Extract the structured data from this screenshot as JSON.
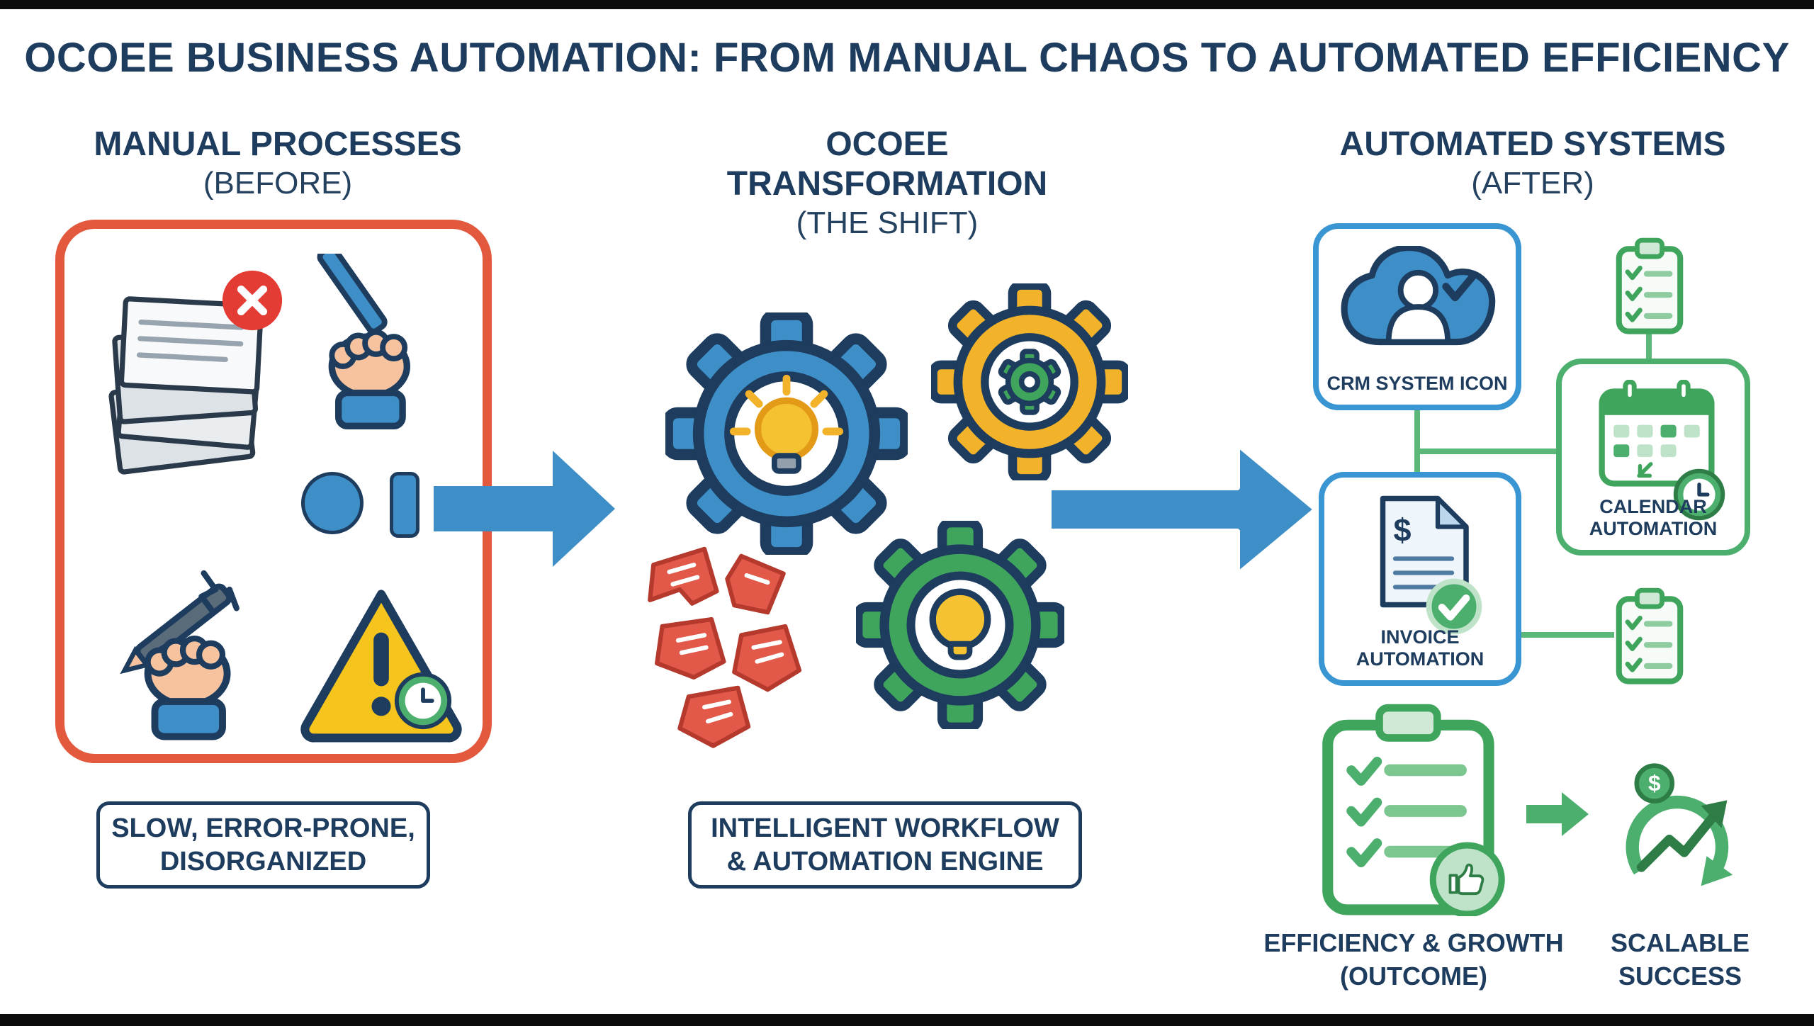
{
  "title": "OCOEE BUSINESS AUTOMATION: FROM MANUAL CHAOS TO AUTOMATED EFFICIENCY",
  "glyphs": {
    "dollar": "$"
  },
  "sections": {
    "before": {
      "heading": "MANUAL PROCESSES",
      "subheading": "(BEFORE)",
      "caption_line1": "SLOW, ERROR-PRONE,",
      "caption_line2": "DISORGANIZED"
    },
    "shift": {
      "heading": "OCOEE TRANSFORMATION",
      "subheading": "(THE SHIFT)",
      "caption_line1": "INTELLIGENT WORKFLOW",
      "caption_line2": "& AUTOMATION ENGINE"
    },
    "after": {
      "heading": "AUTOMATED SYSTEMS",
      "subheading": "(AFTER)",
      "crm_label": "CRM SYSTEM ICON",
      "calendar_line1": "CALENDAR",
      "calendar_line2": "AUTOMATION",
      "invoice_line1": "INVOICE",
      "invoice_line2": "AUTOMATION",
      "outcome_line1": "EFFICIENCY & GROWTH",
      "outcome_line2": "(OUTCOME)",
      "success_line1": "SCALABLE",
      "success_line2": "SUCCESS"
    }
  },
  "icons": {
    "paper-stack-icon": "svg-shape",
    "error-x-icon": "svg-shape",
    "hand-pen-icon": "svg-shape",
    "broken-connector-icon": "css-shape",
    "handwriting-pen-icon": "svg-shape",
    "warning-triangle-icon": "svg-shape",
    "deadline-clock-icon": "svg-shape",
    "flow-arrow-icon": "svg-shape",
    "gear-blue-icon": "svg-shape",
    "gear-yellow-icon": "svg-shape",
    "gear-green-icon": "svg-shape",
    "lightbulb-icon": "svg-shape",
    "torn-documents-icon": "svg-shape",
    "cloud-crm-icon": "svg-shape",
    "checklist-clipboard-icon": "svg-shape",
    "calendar-icon": "svg-shape",
    "clock-icon": "svg-shape",
    "invoice-document-icon": "svg-shape",
    "check-circle-icon": "svg-shape",
    "outcome-clipboard-icon": "svg-shape",
    "thumbs-up-icon": "svg-shape",
    "growth-arrow-icon": "svg-shape",
    "scalable-success-icon": "svg-shape"
  },
  "colors": {
    "navy": "#1d3c5e",
    "blue": "#3e8fc8",
    "blue_border": "#3a96d2",
    "orange_red": "#e2593e",
    "yellow": "#f2b32a",
    "green": "#3fa45c",
    "green_light": "#5cb878",
    "red": "#e23c34",
    "warning_yellow": "#f5c51d",
    "background": "#ffffff"
  }
}
